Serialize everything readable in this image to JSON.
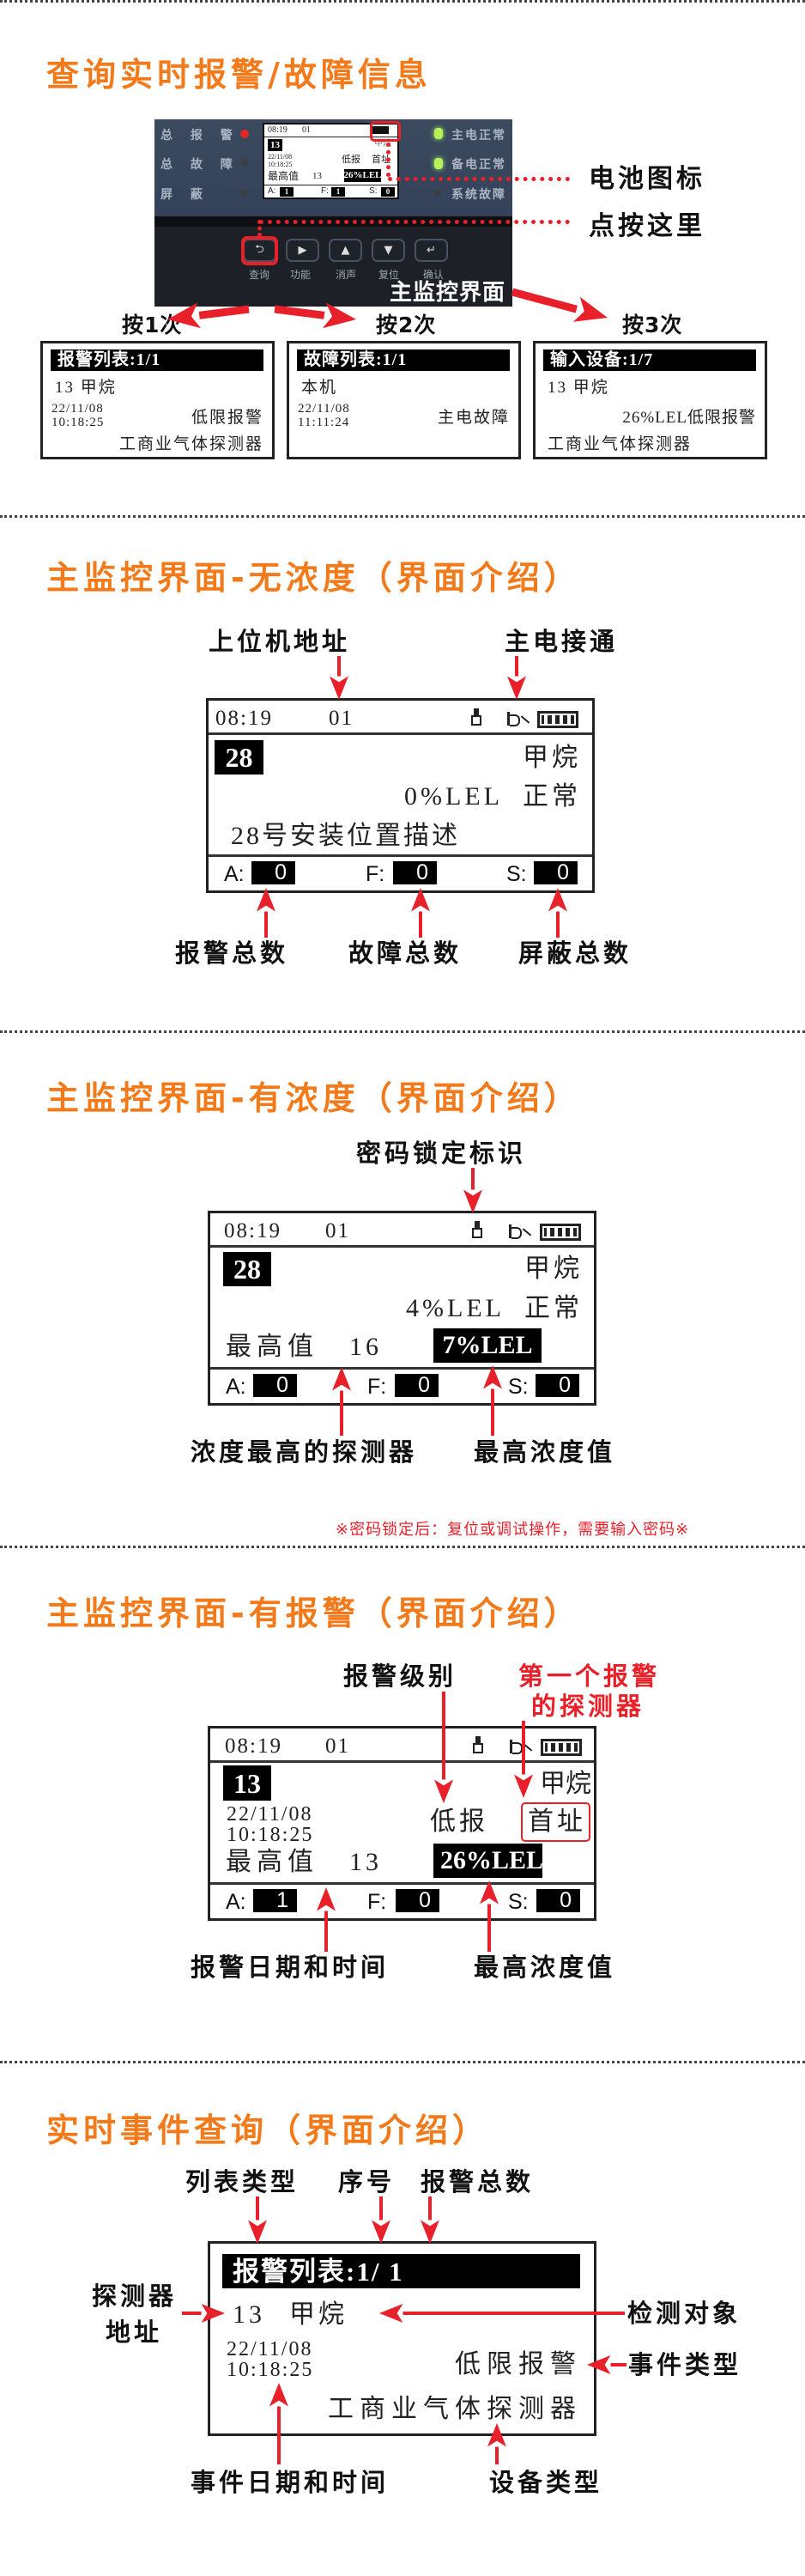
{
  "colors": {
    "accent": "#f27a1a",
    "arrow": "#e8202a"
  },
  "s1": {
    "title": "查询实时报警/故障信息",
    "battery_label": "电池图标",
    "tap_label": "点按这里",
    "panel": {
      "left": [
        "总 报 警",
        "总 故 障",
        "屏    蔽"
      ],
      "right": [
        "主电正常",
        "备电正常",
        "系统故障"
      ],
      "buttons": [
        {
          "icon": "return-icon",
          "label": "查询"
        },
        {
          "icon": "play-icon",
          "label": "功能"
        },
        {
          "icon": "up-icon",
          "label": "消声"
        },
        {
          "icon": "down-icon",
          "label": "复位"
        },
        {
          "icon": "enter-icon",
          "label": "确认"
        }
      ],
      "overlay_title": "主监控界面",
      "lcd": {
        "time": "08:19",
        "host": "01",
        "addr": "13",
        "gas": "甲烷",
        "date": "22/11/08",
        "clock": "10:18:25",
        "level": "低报",
        "first": "首址",
        "max_label": "最高值",
        "max_addr": "13",
        "max_value": "26%LEL",
        "a": "1",
        "f": "1",
        "s": "0"
      }
    },
    "press": [
      "按1次",
      "按2次",
      "按3次"
    ],
    "screens": [
      {
        "header": "报警列表:1/1",
        "line1": "13  甲烷",
        "datetime": "22/11/08\n10:18:25",
        "event": "低限报警",
        "device": "工商业气体探测器"
      },
      {
        "header": "故障列表:1/1",
        "line1": "本机",
        "datetime": "22/11/08\n11:11:24",
        "event": "主电故障"
      },
      {
        "header": "输入设备:1/7",
        "line1": "13  甲烷",
        "event": "26%LEL低限报警",
        "device": "工商业气体探测器"
      }
    ]
  },
  "s2": {
    "title": "主监控界面-无浓度（界面介绍）",
    "ann": {
      "host": "上位机地址",
      "power": "主电接通",
      "alarm": "报警总数",
      "fault": "故障总数",
      "shield": "屏蔽总数"
    },
    "lcd": {
      "time": "08:19",
      "host": "01",
      "addr": "28",
      "gas": "甲烷",
      "conc": "0%LEL",
      "state": "正常",
      "desc": "28号安装位置描述",
      "a": "0",
      "f": "0",
      "s": "0"
    }
  },
  "s3": {
    "title": "主监控界面-有浓度（界面介绍）",
    "ann": {
      "lock": "密码锁定标识",
      "max_detector": "浓度最高的探测器",
      "max_value": "最高浓度值"
    },
    "lcd": {
      "time": "08:19",
      "host": "01",
      "addr": "28",
      "gas": "甲烷",
      "conc": "4%LEL",
      "state": "正常",
      "max_label": "最高值",
      "max_addr": "16",
      "max_value": "7%LEL",
      "a": "0",
      "f": "0",
      "s": "0"
    },
    "note": "※密码锁定后：复位或调试操作，需要输入密码※"
  },
  "s4": {
    "title": "主监控界面-有报警（界面介绍）",
    "ann": {
      "level": "报警级别",
      "first_1": "第一个报警",
      "first_2": "的探测器",
      "datetime": "报警日期和时间",
      "max_value": "最高浓度值"
    },
    "lcd": {
      "time": "08:19",
      "host": "01",
      "addr": "13",
      "gas": "甲烷",
      "date": "22/11/08",
      "clock": "10:18:25",
      "level": "低报",
      "first": "首址",
      "max_label": "最高值",
      "max_addr": "13",
      "max_value": "26%LEL",
      "a": "1",
      "f": "0",
      "s": "0"
    }
  },
  "s5": {
    "title": "实时事件查询（界面介绍）",
    "ann": {
      "list_type": "列表类型",
      "index": "序号",
      "total": "报警总数",
      "addr_1": "探测器",
      "addr_2": "地址",
      "target": "检测对象",
      "event_type": "事件类型",
      "datetime": "事件日期和时间",
      "device_type": "设备类型"
    },
    "screen": {
      "header": "报警列表:1/ 1",
      "addr": "13",
      "gas": "甲烷",
      "date": "22/11/08",
      "clock": "10:18:25",
      "event": "低限报警",
      "device": "工商业气体探测器"
    }
  }
}
